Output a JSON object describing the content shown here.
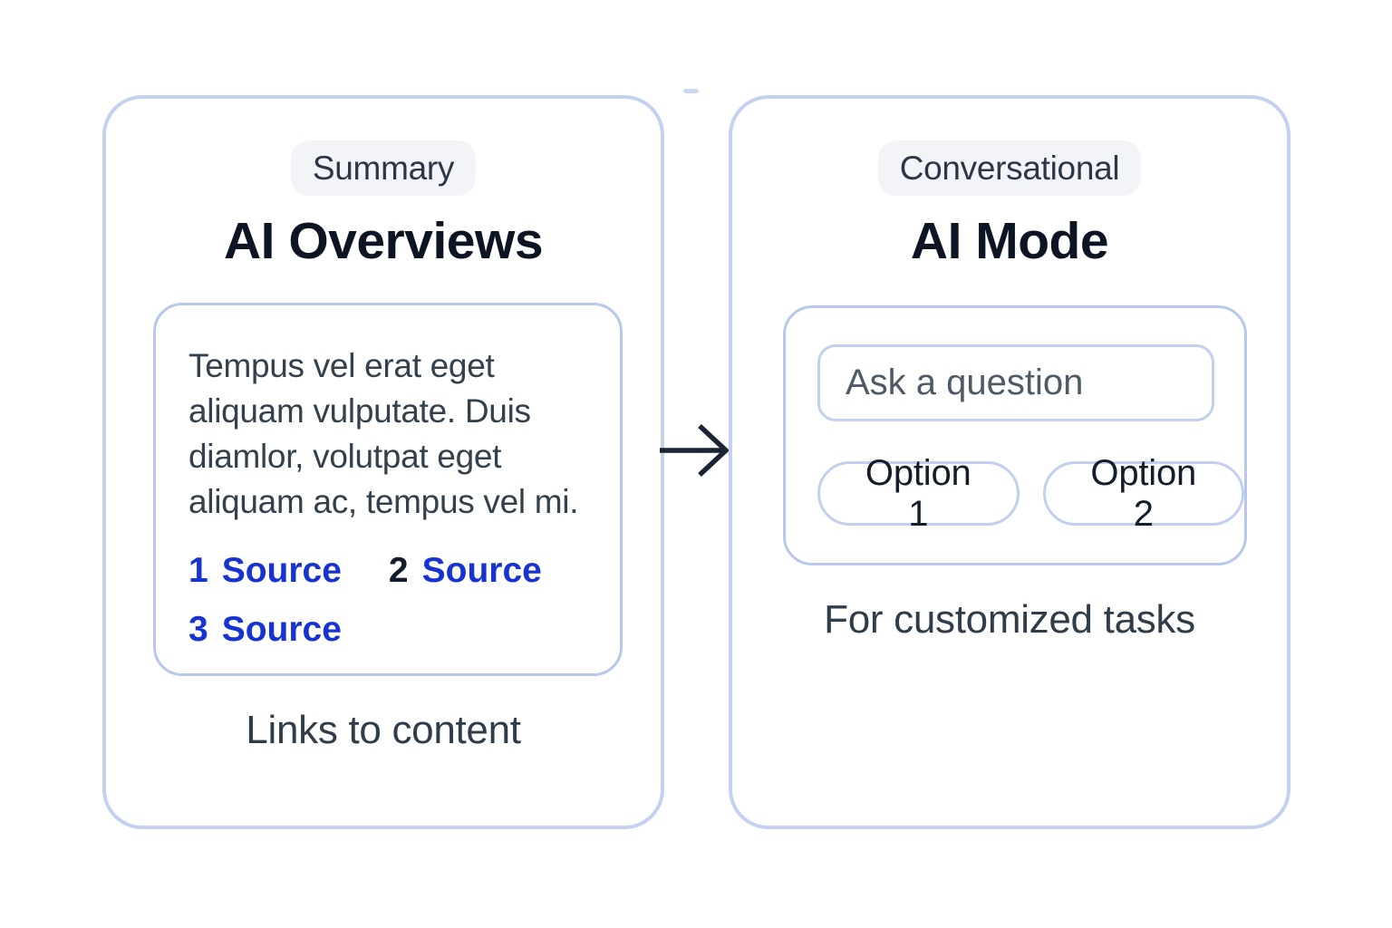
{
  "left_card": {
    "badge": "Summary",
    "title": "AI Overviews",
    "snippet": {
      "lines": [
        "Tempus vel erat eget",
        "aliquam vulputate. Duis",
        "diamlor, volutpat eget",
        "aliquam ac, tempus vel mi."
      ],
      "sources": [
        {
          "number": "1",
          "label": "Source"
        },
        {
          "number": "2",
          "label": "Source"
        },
        {
          "number": "3",
          "label": "Source"
        }
      ]
    },
    "caption": "Links to content"
  },
  "right_card": {
    "badge": "Conversational",
    "title": "AI Mode",
    "panel": {
      "input_placeholder": "Ask a question",
      "buttons": [
        "Option 1",
        "Option 2"
      ]
    },
    "caption": "For customized tasks"
  },
  "icons": {
    "arrow": "right-arrow"
  },
  "colors": {
    "card_border": "#c4d1ee",
    "panel_border": "#b8c8ea",
    "badge_bg": "#f3f4f8",
    "title_text": "#0d1524",
    "body_text": "#33404d",
    "caption_text": "#2f3c49",
    "link_blue": "#1733d2",
    "source_number_dark": "#141d2a",
    "arrow": "#1b2433"
  }
}
